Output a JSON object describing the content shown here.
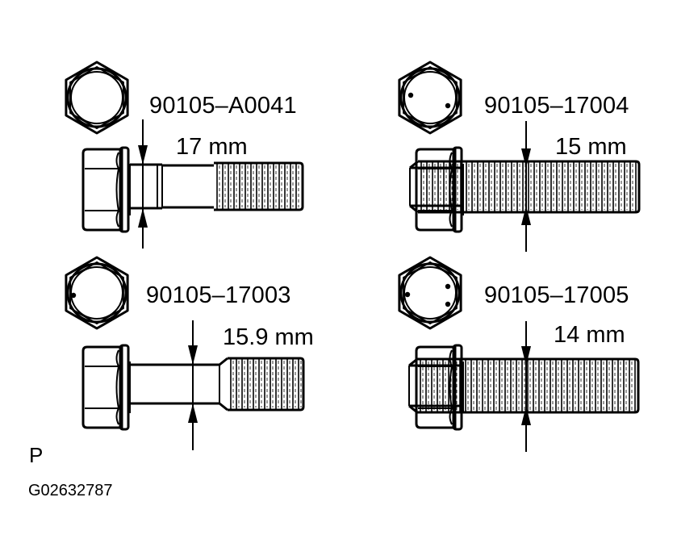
{
  "diagram": {
    "corner_label": "P",
    "figure_code": "G02632787",
    "bolts": [
      {
        "id": "top-left",
        "part_number": "90105–A0041",
        "diameter_label": "17 mm",
        "head_marks": 0,
        "shank_style": "stepped"
      },
      {
        "id": "top-right",
        "part_number": "90105–17004",
        "diameter_label": "15 mm",
        "head_marks": 2,
        "shank_style": "plain"
      },
      {
        "id": "bottom-left",
        "part_number": "90105–17003",
        "diameter_label": "15.9 mm",
        "head_marks": 1,
        "shank_style": "plain"
      },
      {
        "id": "bottom-right",
        "part_number": "90105–17005",
        "diameter_label": "14 mm",
        "head_marks": 3,
        "shank_style": "plain"
      }
    ]
  }
}
